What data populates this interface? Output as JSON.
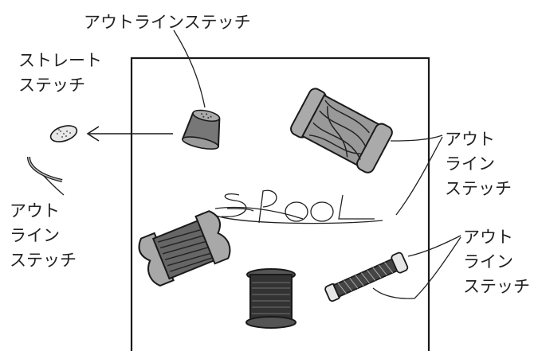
{
  "labels": {
    "top": "アウトラインステッチ",
    "straight_line1": "ストレート",
    "straight_line2": "ステッチ",
    "left_line1": "アウト",
    "left_line2": "ライン",
    "left_line3": "ステッチ",
    "right_a_line1": "アウト",
    "right_a_line2": "ライン",
    "right_a_line3": "ステッチ",
    "right_b_line1": "アウト",
    "right_b_line2": "ライン",
    "right_b_line3": "ステッチ"
  },
  "embroidered_word": "SPOOL",
  "icons": [
    "thimble-icon",
    "spool-icon",
    "thread-bobbin-icon",
    "needle-icon",
    "sequin-icon",
    "loop-thread-icon"
  ]
}
